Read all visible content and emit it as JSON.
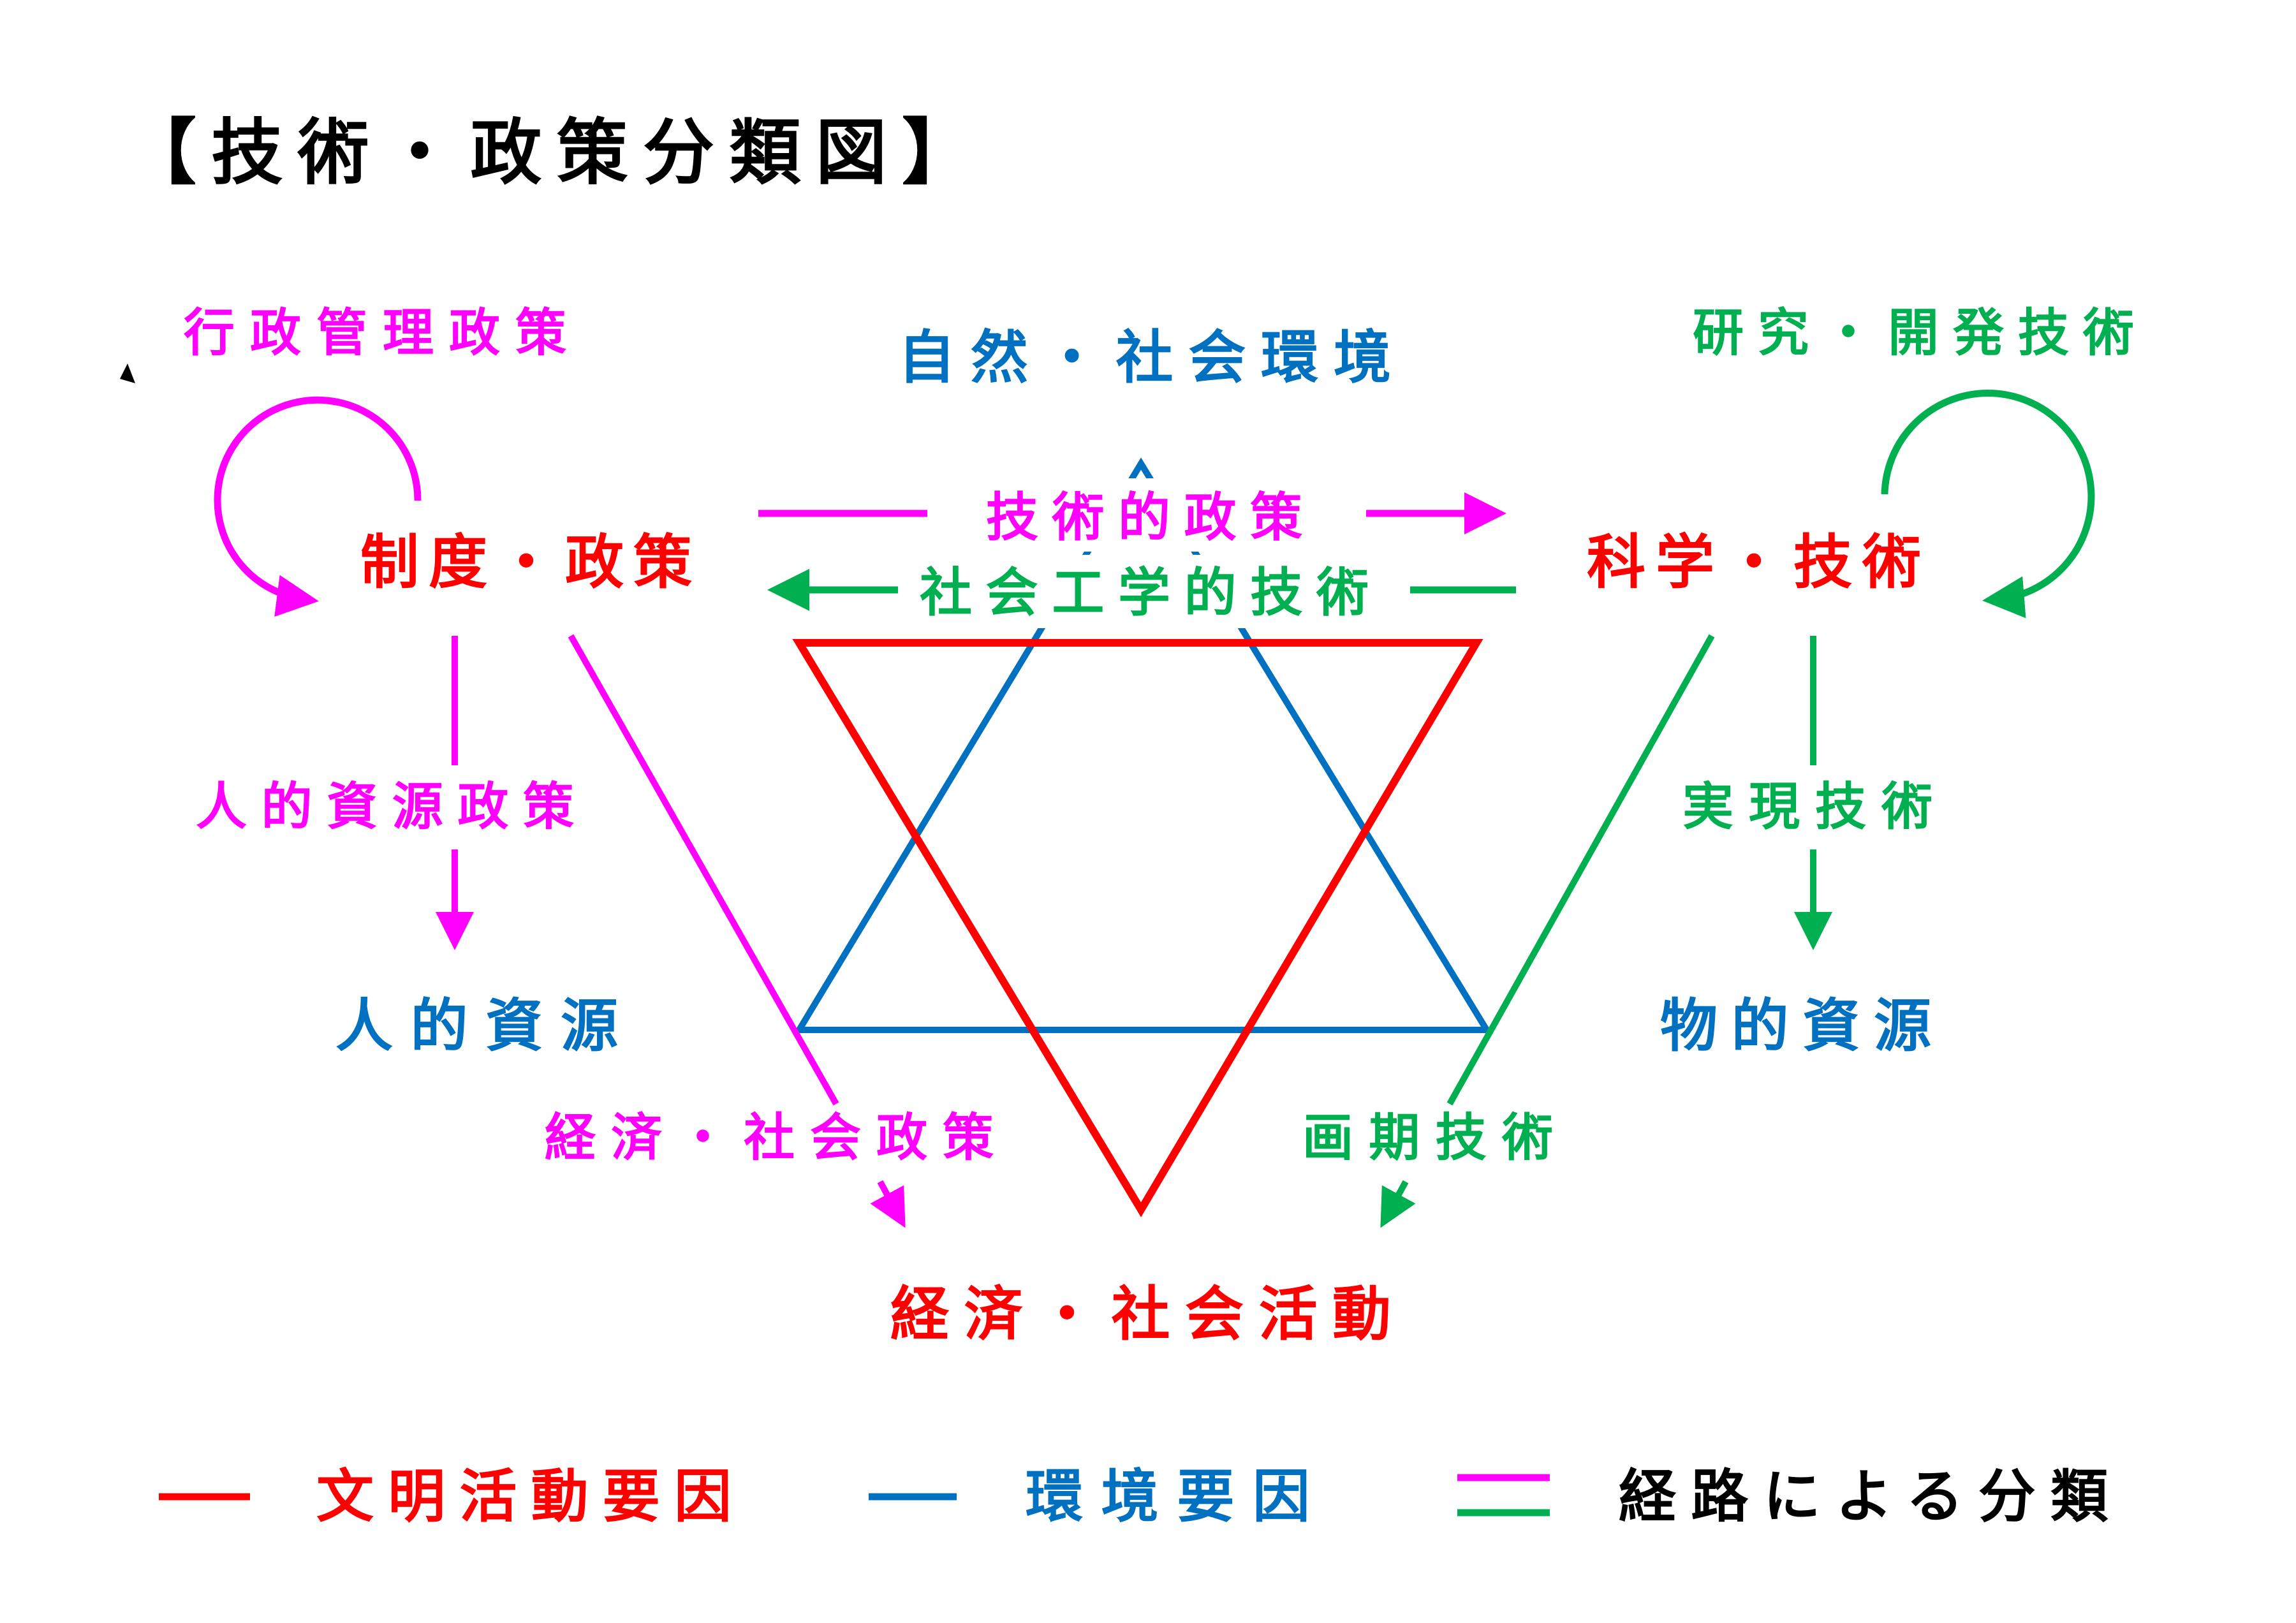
{
  "title": "【技術・政策分類図】",
  "colors": {
    "civilization": "#ff0000",
    "environment": "#0070c0",
    "policy_path": "#ff00ff",
    "technology_path": "#00b050",
    "text": "#000000"
  },
  "nodes": {
    "institution_policy": "制度・政策",
    "science_technology": "科学・技術",
    "natural_social_environment": "自然・社会環境",
    "human_resources": "人的資源",
    "physical_resources": "物的資源",
    "economic_social_activity": "経済・社会活動"
  },
  "paths": {
    "administrative_policy": "行政管理政策",
    "research_development_technology": "研究・開発技術",
    "technological_policy": "技術的政策",
    "social_engineering_technology": "社会工学的技術",
    "human_resource_policy": "人的資源政策",
    "implementation_technology": "実現技術",
    "economic_social_policy": "経済・社会政策",
    "breakthrough_technology": "画期技術"
  },
  "legend": {
    "civilization_factors": "文明活動要因",
    "environmental_factors": "環境要因",
    "path_classification": "経路による分類"
  }
}
